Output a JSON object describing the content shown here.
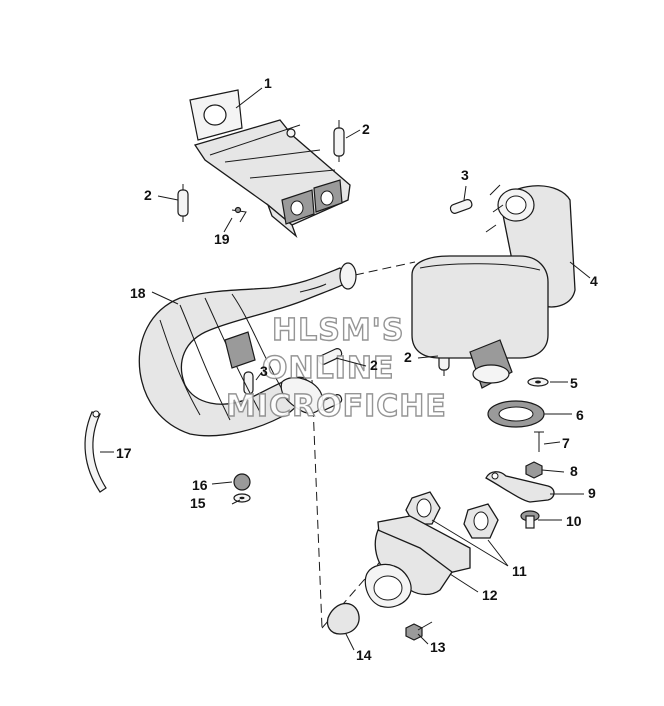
{
  "watermark": [
    "HLSM'S",
    "ONLINE",
    "MICROFICHE"
  ],
  "callouts": [
    {
      "id": "1",
      "label": "1"
    },
    {
      "id": "2a",
      "label": "2"
    },
    {
      "id": "2b",
      "label": "2"
    },
    {
      "id": "2c",
      "label": "2"
    },
    {
      "id": "2d",
      "label": "2"
    },
    {
      "id": "3a",
      "label": "3"
    },
    {
      "id": "3b",
      "label": "3"
    },
    {
      "id": "4",
      "label": "4"
    },
    {
      "id": "5",
      "label": "5"
    },
    {
      "id": "6",
      "label": "6"
    },
    {
      "id": "7",
      "label": "7"
    },
    {
      "id": "8",
      "label": "8"
    },
    {
      "id": "9",
      "label": "9"
    },
    {
      "id": "10",
      "label": "10"
    },
    {
      "id": "11",
      "label": "11"
    },
    {
      "id": "12",
      "label": "12"
    },
    {
      "id": "13",
      "label": "13"
    },
    {
      "id": "14",
      "label": "14"
    },
    {
      "id": "15",
      "label": "15"
    },
    {
      "id": "16",
      "label": "16"
    },
    {
      "id": "17",
      "label": "17"
    },
    {
      "id": "18",
      "label": "18"
    },
    {
      "id": "19",
      "label": "19"
    }
  ]
}
